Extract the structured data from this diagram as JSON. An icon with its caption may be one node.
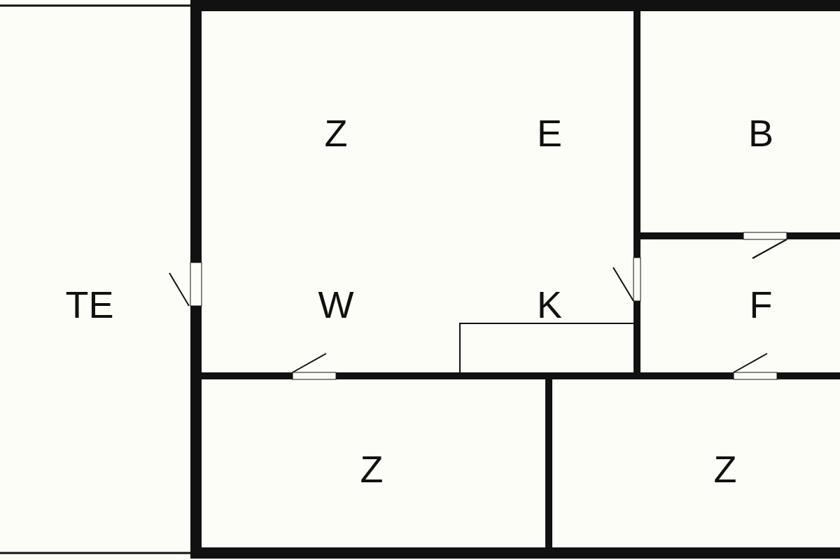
{
  "diagram": {
    "labels": [
      "Z",
      "E",
      "B",
      "TE",
      "W",
      "K",
      "F",
      "Z",
      "Z"
    ]
  }
}
